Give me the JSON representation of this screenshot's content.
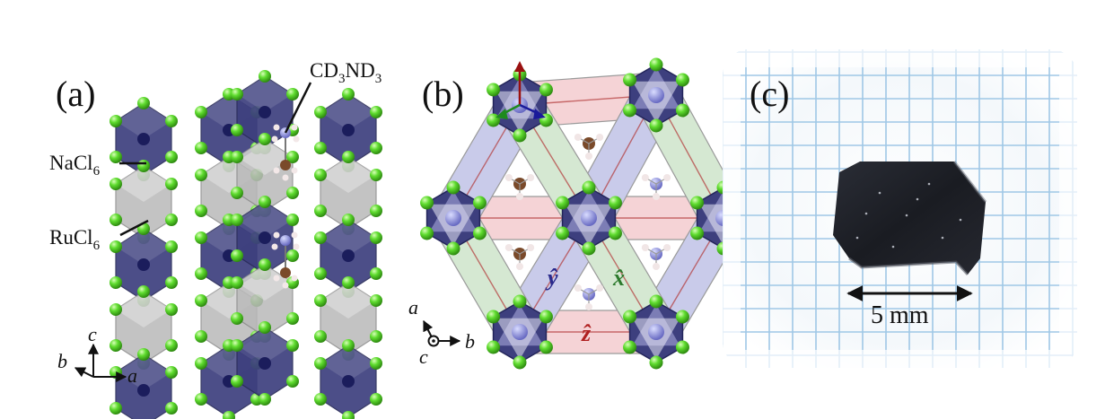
{
  "panels": {
    "a": {
      "tag": "(a)",
      "labels": {
        "molecule": {
          "base": "CD",
          "sub1": "3",
          "mid": "ND",
          "sub2": "3"
        },
        "nacl": {
          "base": "NaCl",
          "sub": "6"
        },
        "rucl": {
          "base": "RuCl",
          "sub": "6"
        }
      },
      "axes": {
        "c": "c",
        "b": "b",
        "a": "a"
      }
    },
    "b": {
      "tag": "(b)",
      "bond_labels": {
        "y": "ŷ",
        "x": "x̂",
        "z": "ẑ"
      },
      "axes": {
        "a": "a",
        "c": "c",
        "b": "b"
      }
    },
    "c": {
      "tag": "(c)",
      "scale_label": "5 mm"
    }
  },
  "colors": {
    "octa_dark": "#3d3f7e",
    "octa_light": "#7f81b8",
    "nacl_gray": "#b9b9b9",
    "cl_green": "#5fdc2f",
    "bond_red": "#b33a3a",
    "band_blue": "#c9cbea",
    "band_green": "#d5e8d2",
    "band_pink": "#f5d3d6",
    "grid_blue": "#9fc7e6",
    "crystal": "#1f2128"
  }
}
